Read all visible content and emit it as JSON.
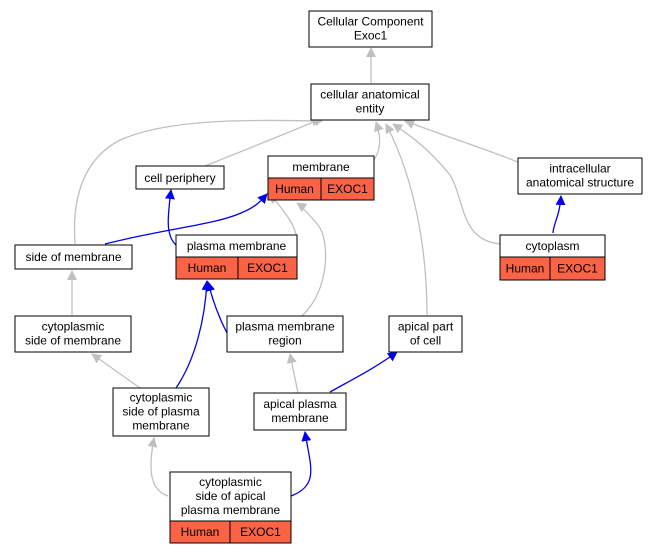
{
  "root": {
    "line1": "Cellular Component",
    "line2": "Exoc1"
  },
  "nodes": {
    "cellular_anatomical_entity": {
      "line1": "cellular anatomical",
      "line2": "entity"
    },
    "cell_periphery": {
      "line1": "cell periphery"
    },
    "membrane": {
      "label": "membrane",
      "species": "Human",
      "gene": "EXOC1"
    },
    "intracellular": {
      "line1": "intracellular",
      "line2": "anatomical structure"
    },
    "side_of_membrane": {
      "line1": "side of membrane"
    },
    "plasma_membrane": {
      "label": "plasma membrane",
      "species": "Human",
      "gene": "EXOC1"
    },
    "cytoplasm": {
      "label": "cytoplasm",
      "species": "Human",
      "gene": "EXOC1"
    },
    "cytoplasmic_side_of_membrane": {
      "line1": "cytoplasmic",
      "line2": "side of membrane"
    },
    "plasma_membrane_region": {
      "line1": "plasma membrane",
      "line2": "region"
    },
    "apical_part_of_cell": {
      "line1": "apical part",
      "line2": "of cell"
    },
    "cytoplasmic_side_of_plasma_membrane": {
      "line1": "cytoplasmic",
      "line2": "side of plasma",
      "line3": "membrane"
    },
    "apical_plasma_membrane": {
      "line1": "apical plasma",
      "line2": "membrane"
    },
    "cytoplasmic_side_of_apical_plasma_membrane": {
      "line1": "cytoplasmic",
      "line2": "side of apical",
      "line3": "plasma membrane",
      "species": "Human",
      "gene": "EXOC1"
    }
  },
  "colors": {
    "annotation_fill": "#fb6346",
    "is_a_edge": "#c0c0c0",
    "part_of_edge": "#0000ee",
    "border": "#000000"
  }
}
